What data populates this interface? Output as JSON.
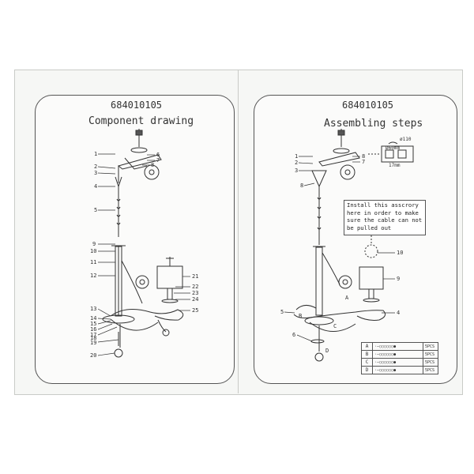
{
  "left_panel": {
    "code": "684010105",
    "title": "Component drawing",
    "labels": [
      "1",
      "2",
      "3",
      "4",
      "5",
      "6",
      "7",
      "8",
      "9",
      "10",
      "11",
      "12",
      "13",
      "14",
      "15",
      "16",
      "17",
      "18",
      "19",
      "20",
      "21",
      "22",
      "23",
      "24",
      "25"
    ]
  },
  "right_panel": {
    "code": "684010105",
    "title": "Assembling steps",
    "note": "Install this asscrory here in order to make sure the cable can not be pulled out",
    "labels": [
      "1",
      "2",
      "3",
      "4",
      "5",
      "6",
      "7",
      "8",
      "9",
      "10",
      "A",
      "B",
      "C",
      "D"
    ],
    "dims": [
      "ø110",
      "Ø60mm",
      "17mm"
    ],
    "legend": [
      {
        "key": "A",
        "qty": "5PCS"
      },
      {
        "key": "B",
        "qty": "5PCS"
      },
      {
        "key": "C",
        "qty": "5PCS"
      },
      {
        "key": "D",
        "qty": "5PCS"
      }
    ]
  },
  "colors": {
    "ink": "#333333",
    "paper": "#f6f7f5",
    "border": "#555555"
  }
}
